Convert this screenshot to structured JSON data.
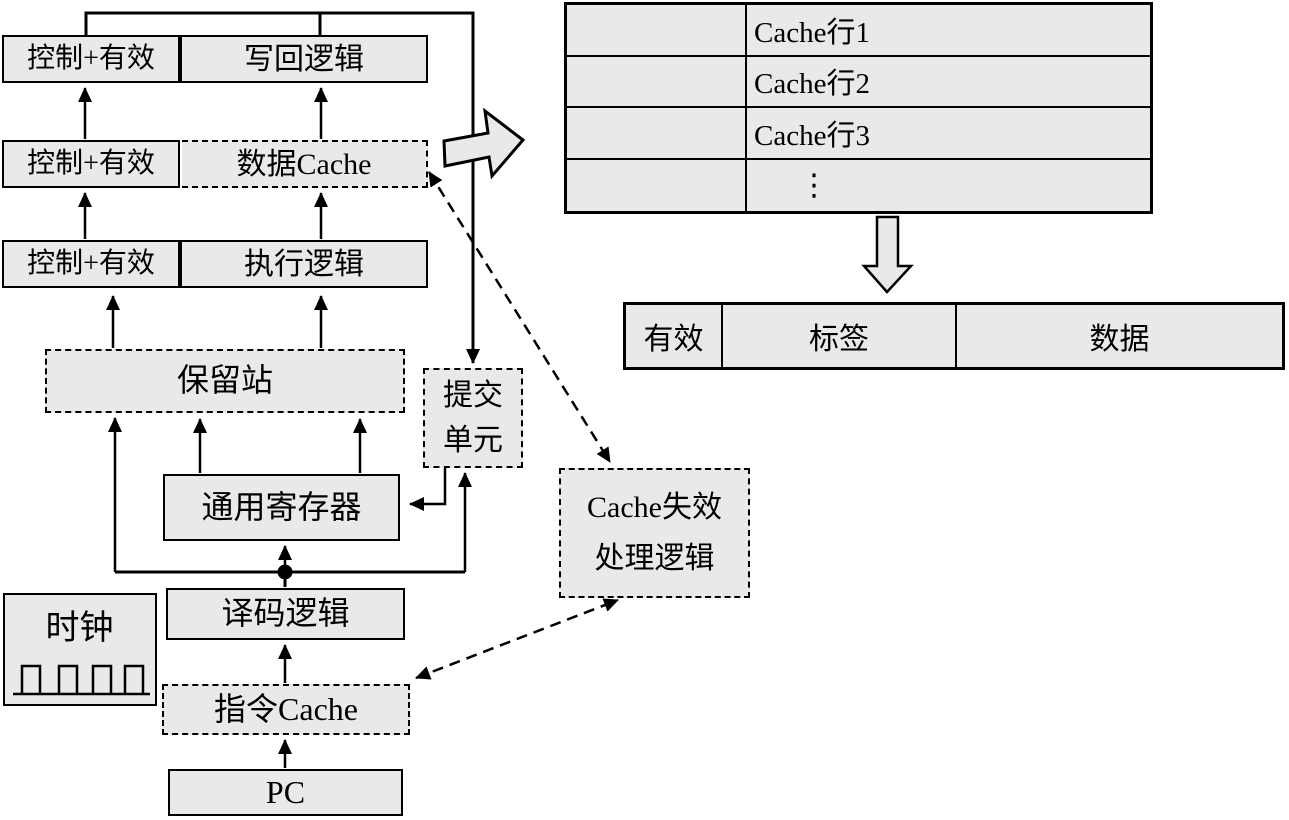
{
  "colors": {
    "box_fill": "#e9e9e9",
    "line": "#000000",
    "background": "#ffffff"
  },
  "pipeline": {
    "control_valid": "控制+有效",
    "writeback": "写回逻辑",
    "data_cache": "数据Cache",
    "execute": "执行逻辑",
    "reservation_station": "保留站",
    "commit_unit": [
      "提交",
      "单元"
    ],
    "registers": "通用寄存器",
    "decode": "译码逻辑",
    "clock": "时钟",
    "instruction_cache": "指令Cache",
    "pc": "PC"
  },
  "cache_miss_handler": {
    "lines": [
      "Cache失效",
      "处理逻辑"
    ]
  },
  "cache_table": {
    "rows": [
      "Cache行1",
      "Cache行2",
      "Cache行3",
      "⋮"
    ]
  },
  "cache_line_fields": [
    "有效",
    "标签",
    "数据"
  ]
}
